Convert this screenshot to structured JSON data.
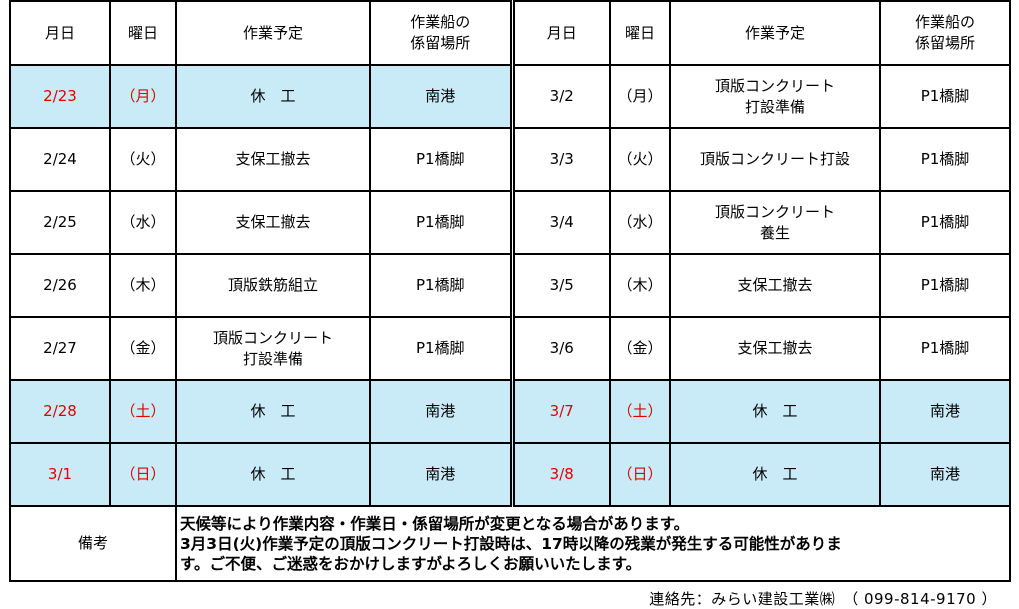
{
  "headers": {
    "date": "月日",
    "weekday": "曜日",
    "plan": "作業予定",
    "mooring_line1": "作業船の",
    "mooring_line2": "係留場所"
  },
  "colors": {
    "holiday_bg": "#c9ebf8",
    "holiday_text": "#e00000"
  },
  "rows": [
    {
      "l": {
        "date": "2/23",
        "day": "（月）",
        "plan1": "休　工",
        "plan2": "",
        "place": "南港",
        "off": true
      },
      "r": {
        "date": "3/2",
        "day": "（月）",
        "plan1": "頂版コンクリート",
        "plan2": "打設準備",
        "place": "P1橋脚",
        "off": false
      }
    },
    {
      "l": {
        "date": "2/24",
        "day": "（火）",
        "plan1": "支保工撤去",
        "plan2": "",
        "place": "P1橋脚",
        "off": false
      },
      "r": {
        "date": "3/3",
        "day": "（火）",
        "plan1": "頂版コンクリート打設",
        "plan2": "",
        "place": "P1橋脚",
        "off": false
      }
    },
    {
      "l": {
        "date": "2/25",
        "day": "（水）",
        "plan1": "支保工撤去",
        "plan2": "",
        "place": "P1橋脚",
        "off": false
      },
      "r": {
        "date": "3/4",
        "day": "（水）",
        "plan1": "頂版コンクリート",
        "plan2": "養生",
        "place": "P1橋脚",
        "off": false
      }
    },
    {
      "l": {
        "date": "2/26",
        "day": "（木）",
        "plan1": "頂版鉄筋組立",
        "plan2": "",
        "place": "P1橋脚",
        "off": false
      },
      "r": {
        "date": "3/5",
        "day": "（木）",
        "plan1": "支保工撤去",
        "plan2": "",
        "place": "P1橋脚",
        "off": false
      }
    },
    {
      "l": {
        "date": "2/27",
        "day": "（金）",
        "plan1": "頂版コンクリート",
        "plan2": "打設準備",
        "place": "P1橋脚",
        "off": false
      },
      "r": {
        "date": "3/6",
        "day": "（金）",
        "plan1": "支保工撤去",
        "plan2": "",
        "place": "P1橋脚",
        "off": false
      }
    },
    {
      "l": {
        "date": "2/28",
        "day": "（土）",
        "plan1": "休　工",
        "plan2": "",
        "place": "南港",
        "off": true
      },
      "r": {
        "date": "3/7",
        "day": "（土）",
        "plan1": "休　工",
        "plan2": "",
        "place": "南港",
        "off": true
      }
    },
    {
      "l": {
        "date": "3/1",
        "day": "（日）",
        "plan1": "休　工",
        "plan2": "",
        "place": "南港",
        "off": true
      },
      "r": {
        "date": "3/8",
        "day": "（日）",
        "plan1": "休　工",
        "plan2": "",
        "place": "南港",
        "off": true
      }
    }
  ],
  "remarks": {
    "label": "備考",
    "line1": "天候等により作業内容・作業日・係留場所が変更となる場合があります。",
    "line2": "3月3日(火)作業予定の頂版コンクリート打設時は、17時以降の残業が発生する可能性がありま",
    "line3": "す。ご不便、ご迷惑をおかけしますがよろしくお願いいたします。"
  },
  "footer": "連絡先：みらい建設工業㈱　（ 099-814-9170 ）"
}
